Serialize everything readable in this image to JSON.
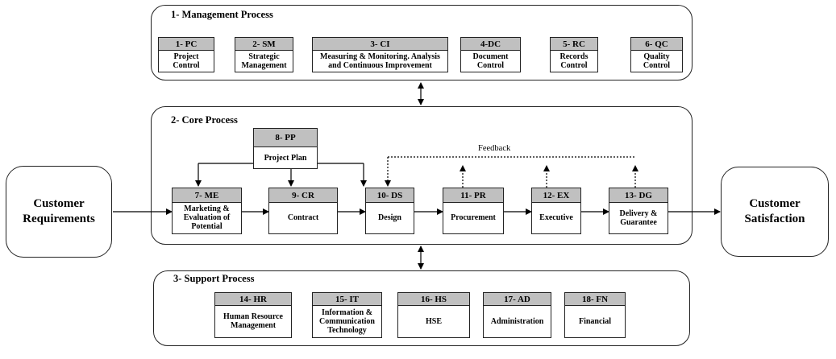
{
  "management": {
    "title": "1- Management Process",
    "items": [
      {
        "code": "1- PC",
        "lines": [
          "Project",
          "Control"
        ]
      },
      {
        "code": "2- SM",
        "lines": [
          "Strategic",
          "Management"
        ]
      },
      {
        "code": "3- CI",
        "lines": [
          "Measuring & Monitoring. Analysis",
          "and Continuous Improvement"
        ]
      },
      {
        "code": "4-DC",
        "lines": [
          "Document",
          "Control"
        ]
      },
      {
        "code": "5- RC",
        "lines": [
          "Records",
          "Control"
        ]
      },
      {
        "code": "6- QC",
        "lines": [
          "Quality",
          "Control"
        ]
      }
    ]
  },
  "core": {
    "title": "2- Core Process",
    "feedback_label": "Feedback",
    "plan": {
      "code": "8- PP",
      "lines": [
        "Project Plan"
      ]
    },
    "items": [
      {
        "code": "7- ME",
        "lines": [
          "Marketing &",
          "Evaluation of",
          "Potential"
        ]
      },
      {
        "code": "9- CR",
        "lines": [
          "Contract"
        ]
      },
      {
        "code": "10- DS",
        "lines": [
          "Design"
        ]
      },
      {
        "code": "11- PR",
        "lines": [
          "Procurement"
        ]
      },
      {
        "code": "12- EX",
        "lines": [
          "Executive"
        ]
      },
      {
        "code": "13- DG",
        "lines": [
          "Delivery &",
          "Guarantee"
        ]
      }
    ]
  },
  "support": {
    "title": "3- Support Process",
    "items": [
      {
        "code": "14- HR",
        "lines": [
          "Human Resource",
          "Management"
        ]
      },
      {
        "code": "15- IT",
        "lines": [
          "Information &",
          "Communication",
          "Technology"
        ]
      },
      {
        "code": "16- HS",
        "lines": [
          "HSE"
        ]
      },
      {
        "code": "17- AD",
        "lines": [
          "Administration"
        ]
      },
      {
        "code": "18- FN",
        "lines": [
          "Financial"
        ]
      }
    ]
  },
  "customer_requirements": {
    "lines": [
      "Customer",
      "Requirements"
    ]
  },
  "customer_satisfaction": {
    "lines": [
      "Customer",
      "Satisfaction"
    ]
  }
}
